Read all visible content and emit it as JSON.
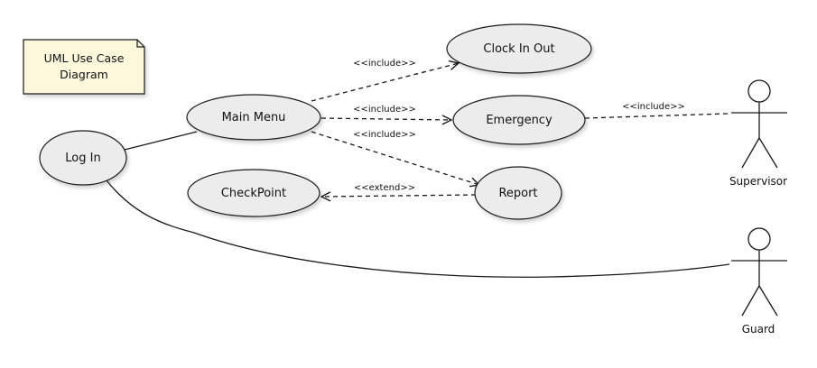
{
  "note": {
    "line1": "UML Use Case",
    "line2": "Diagram"
  },
  "use_cases": {
    "log_in": "Log In",
    "main_menu": "Main Menu",
    "clock_in_out": "Clock In Out",
    "emergency": "Emergency",
    "report": "Report",
    "checkpoint": "CheckPoint"
  },
  "actors": {
    "supervisor": "Supervisor",
    "guard": "Guard"
  },
  "stereotypes": {
    "include_clock": "<<include>>",
    "include_emergency": "<<include>>",
    "include_report": "<<include>>",
    "extend_checkpoint": "<<extend>>",
    "include_supervisor": "<<include>>"
  },
  "colors": {
    "use_case_fill": "#ececec",
    "note_fill": "#fbf8dc",
    "stroke": "#1a1a1a"
  }
}
